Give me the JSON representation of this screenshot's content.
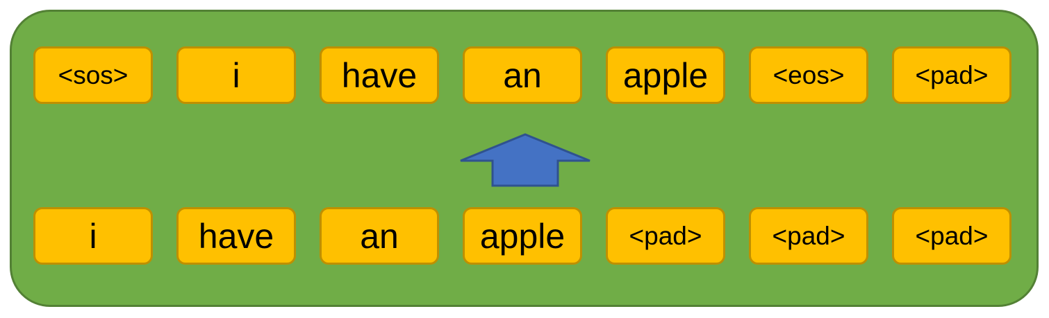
{
  "diagram": {
    "description": "Token sequence shift diagram",
    "top_row": {
      "tokens": [
        "<sos>",
        "i",
        "have",
        "an",
        "apple",
        "<eos>",
        "<pad>"
      ]
    },
    "bottom_row": {
      "tokens": [
        "i",
        "have",
        "an",
        "apple",
        "<pad>",
        "<pad>",
        "<pad>"
      ]
    },
    "arrow": {
      "direction": "up"
    },
    "colors": {
      "page_background": "#ffffff",
      "panel_fill": "#70ad47",
      "panel_border": "#538135",
      "token_fill": "#ffc000",
      "token_border": "#bf9000",
      "arrow_fill": "#4472c4",
      "arrow_border": "#2f528f",
      "text": "#000000"
    }
  }
}
